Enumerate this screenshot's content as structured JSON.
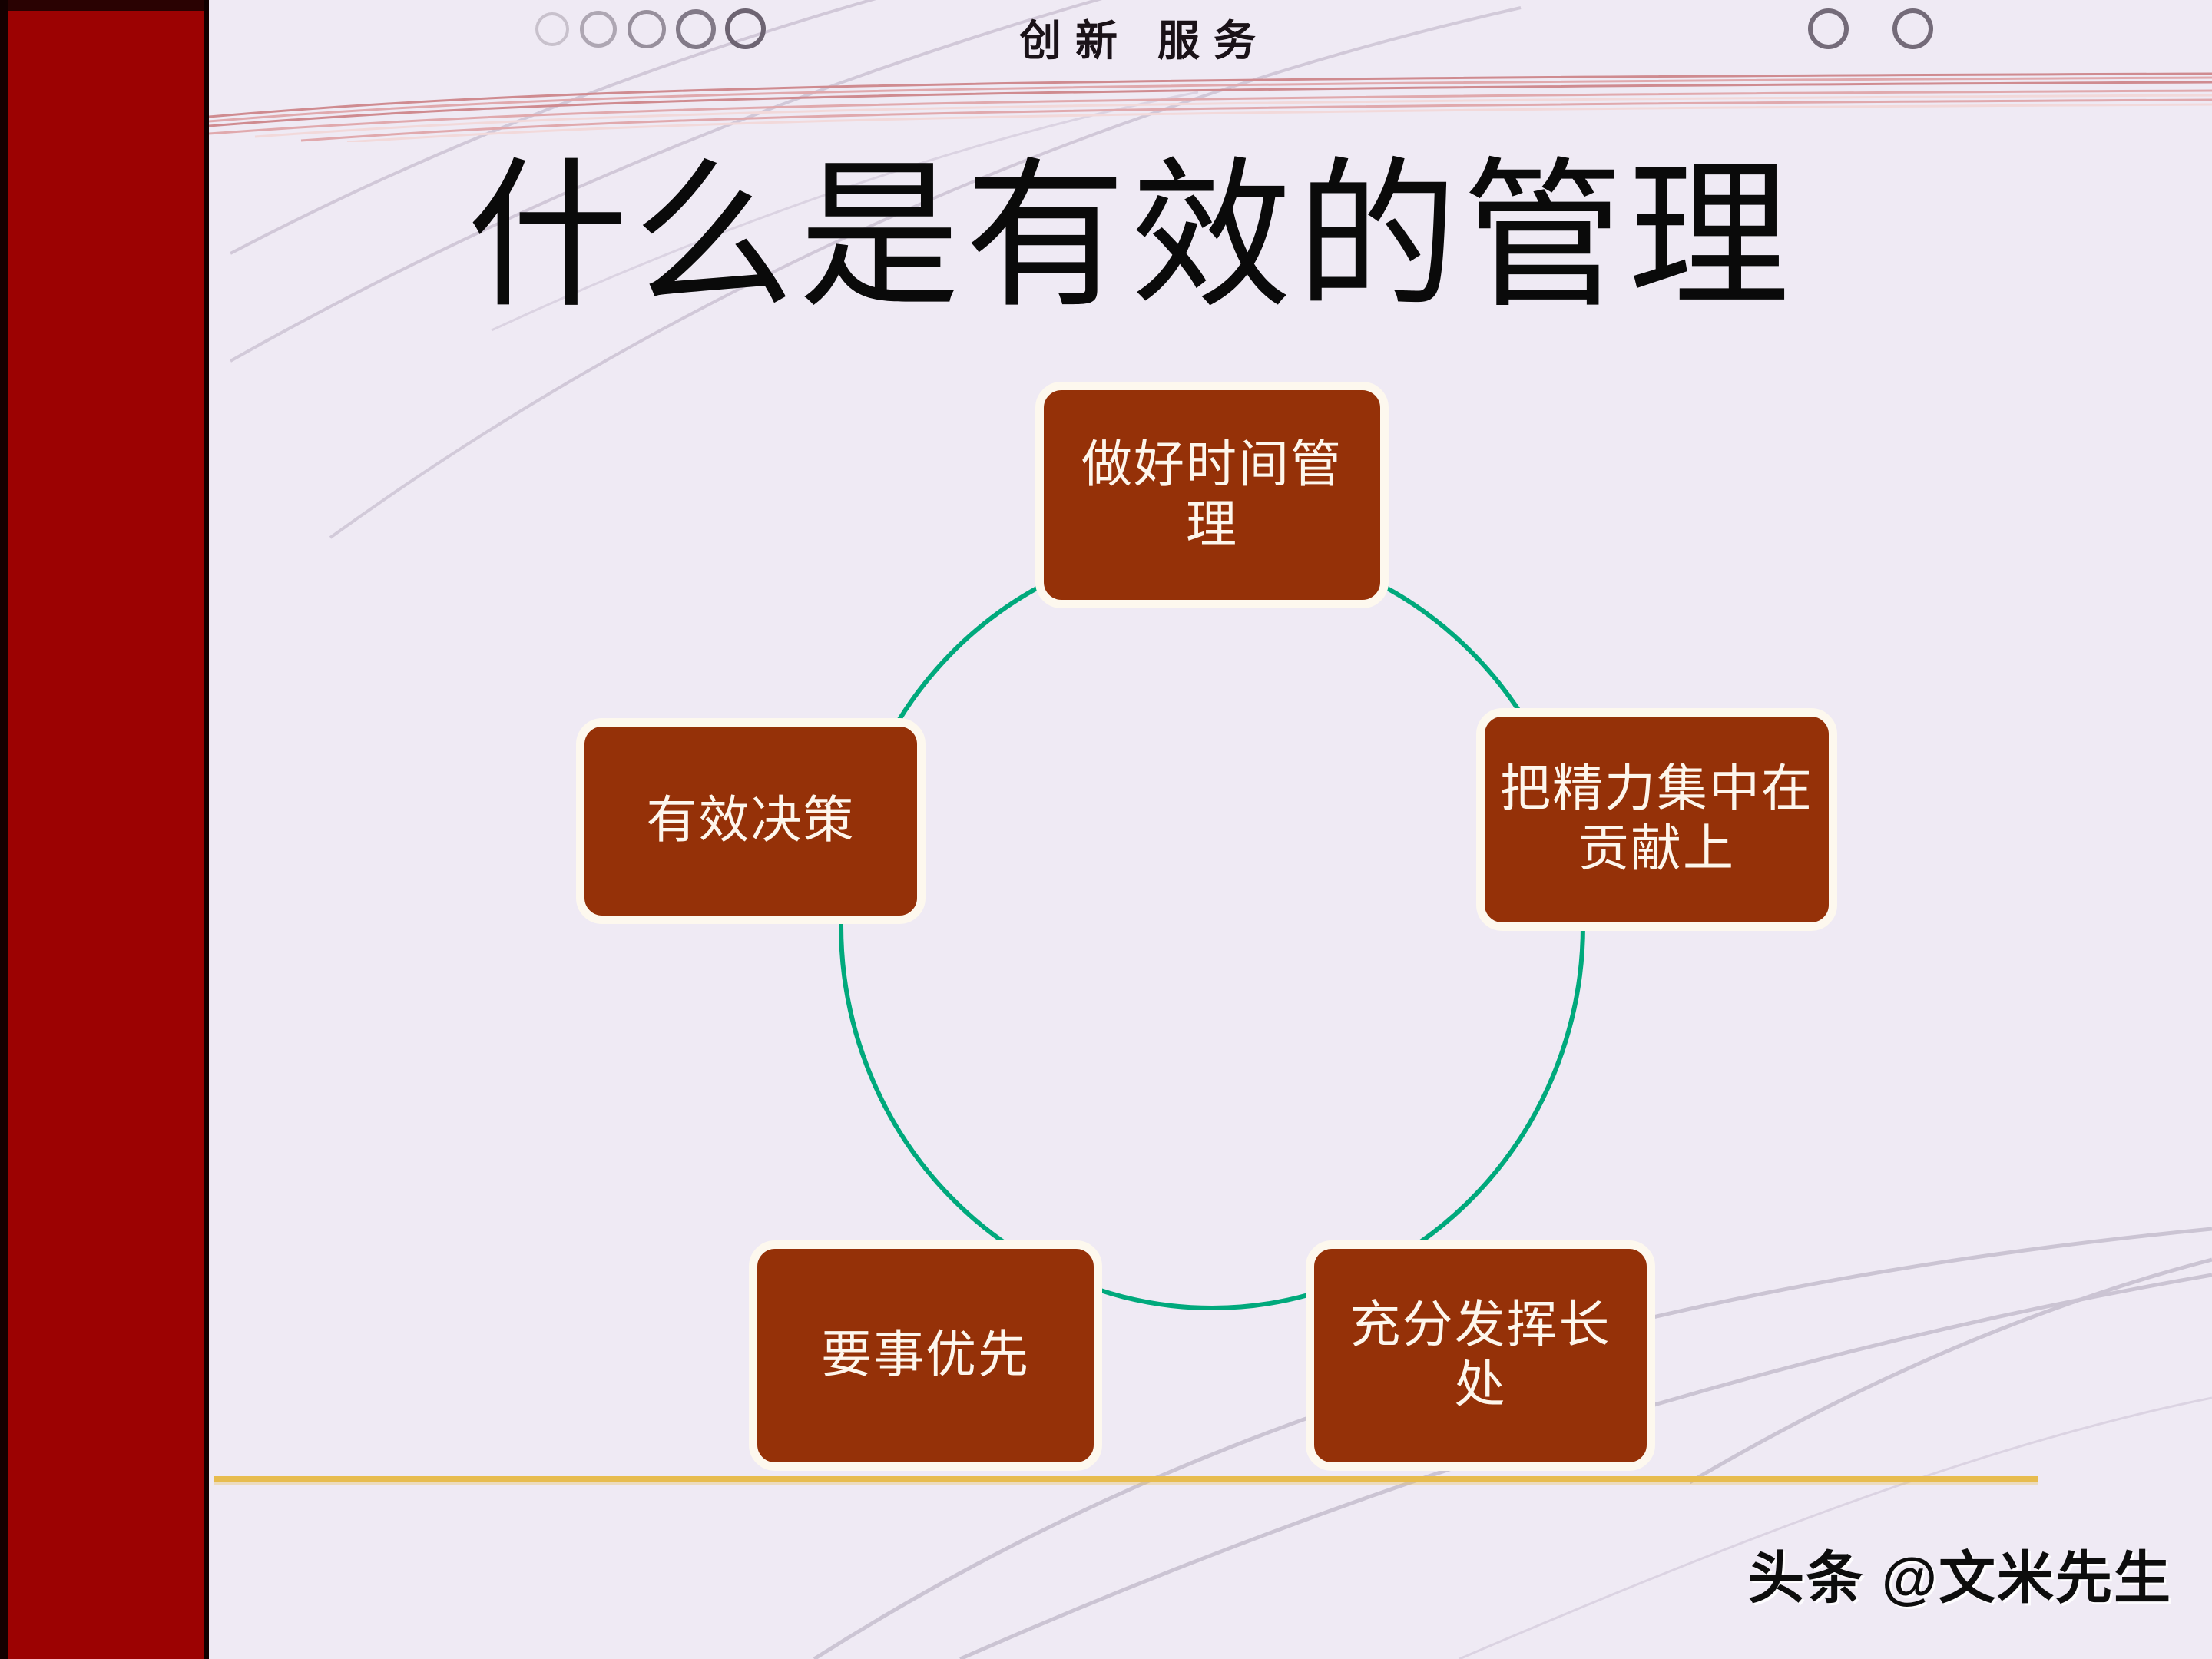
{
  "slide": {
    "title": "什么是有效的管理",
    "background_color": "#efeaf4",
    "sidebar_color": "#9c0202",
    "accent_box_color": "#953108",
    "ring_color": "#00a97c",
    "rule_color": "#e7bc4f"
  },
  "header": {
    "brand_text_1": "创新",
    "brand_text_2": "服务",
    "left_circles_count": 5,
    "right_circles_count": 2,
    "circle_icon_name": "ring-circle-icon"
  },
  "diagram": {
    "type": "cycle",
    "shape": "circular-ring",
    "ring_color": "#00a97c",
    "nodes": [
      {
        "id": "time",
        "label": "做好时间管理",
        "position": "top"
      },
      {
        "id": "contrib",
        "label": "把精力集中在贡献上",
        "position": "right"
      },
      {
        "id": "strength",
        "label": "充分发挥长处",
        "position": "bottom-right"
      },
      {
        "id": "priority",
        "label": "要事优先",
        "position": "bottom-left"
      },
      {
        "id": "decision",
        "label": "有效决策",
        "position": "left"
      }
    ]
  },
  "footer": {
    "watermark": "头条 @文米先生"
  }
}
